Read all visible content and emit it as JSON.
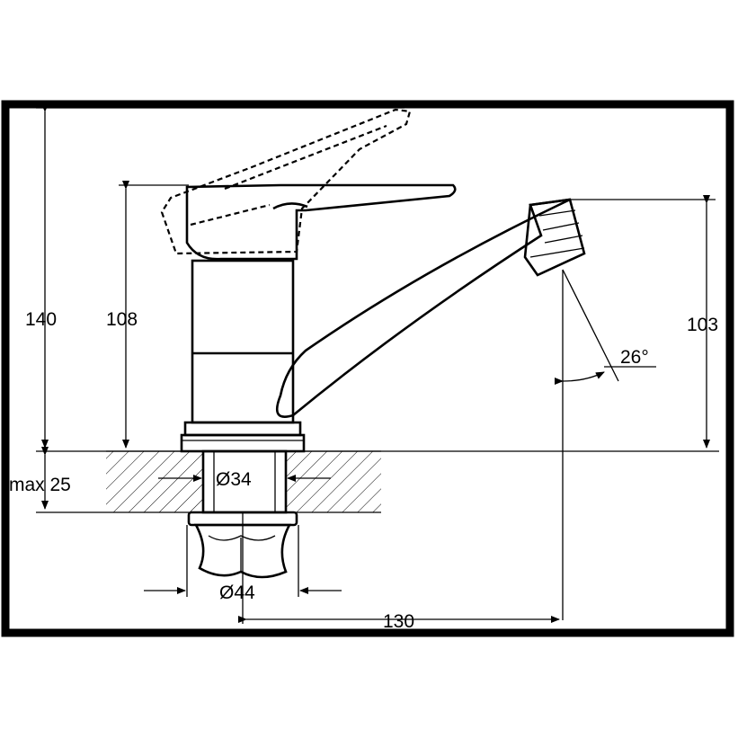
{
  "dimensions": {
    "total_height": "140",
    "body_height": "108",
    "spout_height": "103",
    "spout_angle": "26°",
    "max_counter_thickness": "max 25",
    "mount_hole_diameter": "Ø34",
    "nut_diameter": "Ø44",
    "spout_reach": "130"
  },
  "colors": {
    "ink": "#000000",
    "paper": "#ffffff"
  }
}
